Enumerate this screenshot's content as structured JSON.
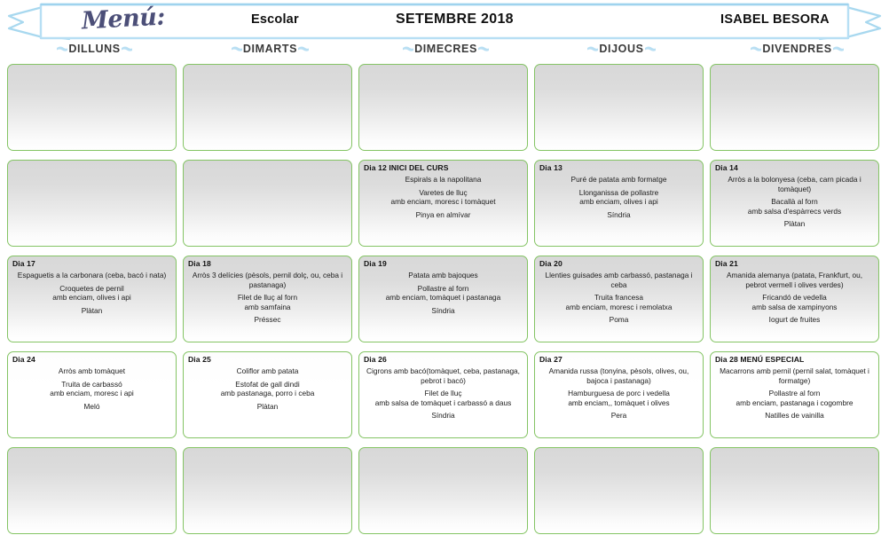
{
  "header": {
    "logo": "Menú:",
    "subtitle": "Escolar",
    "month": "SETEMBRE 2018",
    "school": "ISABEL BESORA",
    "ribbon_color": "#b3dcf0",
    "logo_color": "#4c4f78"
  },
  "day_names": [
    "DILLUNS",
    "DIMARTS",
    "DIMECRES",
    "DIJOUS",
    "DIVENDRES"
  ],
  "colors": {
    "cell_border": "#84c464",
    "ribbon": "#b3dcf0",
    "text": "#1c1c1c"
  },
  "weeks": [
    {
      "days": [
        {
          "label": "",
          "dishes": [],
          "empty": true
        },
        {
          "label": "",
          "dishes": [],
          "empty": true
        },
        {
          "label": "",
          "dishes": [],
          "empty": true
        },
        {
          "label": "",
          "dishes": [],
          "empty": true
        },
        {
          "label": "",
          "dishes": [],
          "empty": true
        }
      ]
    },
    {
      "days": [
        {
          "label": "",
          "dishes": [],
          "empty": true
        },
        {
          "label": "",
          "dishes": [],
          "empty": true
        },
        {
          "label": "Dia 12 INICI DEL CURS",
          "dishes": [
            [
              "Espirals a la napolitana"
            ],
            [
              "Varetes de lluç",
              "amb enciam, moresc i tomàquet"
            ],
            [
              "Pinya en almívar"
            ]
          ],
          "empty": false
        },
        {
          "label": "Dia 13",
          "dishes": [
            [
              "Puré de patata amb formatge"
            ],
            [
              "Llonganissa de pollastre",
              "amb enciam, olives i api"
            ],
            [
              "Síndria"
            ]
          ],
          "empty": false
        },
        {
          "label": "Dia 14",
          "dishes": [
            [
              "Arròs a la bolonyesa (ceba, carn picada i tomàquet)"
            ],
            [
              "Bacallà al forn",
              "amb salsa d'espàrrecs verds"
            ],
            [
              "Plàtan"
            ]
          ],
          "empty": false
        }
      ]
    },
    {
      "days": [
        {
          "label": "Dia 17",
          "dishes": [
            [
              "Espaguetis a la carbonara (ceba, bacó i nata)"
            ],
            [
              "Croquetes de pernil",
              "amb enciam, olives i api"
            ],
            [
              "Plàtan"
            ]
          ],
          "empty": false
        },
        {
          "label": "Dia 18",
          "dishes": [
            [
              "Arròs 3 delícies (pèsols, pernil dolç, ou, ceba i pastanaga)"
            ],
            [
              "Filet de lluç al forn",
              "amb samfaina"
            ],
            [
              "Préssec"
            ]
          ],
          "empty": false
        },
        {
          "label": "Dia 19",
          "dishes": [
            [
              "Patata amb bajoques"
            ],
            [
              "Pollastre al forn",
              "amb enciam, tomàquet i pastanaga"
            ],
            [
              "Síndria"
            ]
          ],
          "empty": false
        },
        {
          "label": "Dia 20",
          "dishes": [
            [
              "Llenties guisades amb carbassó, pastanaga i ceba"
            ],
            [
              "Truita francesa",
              "amb enciam, moresc i remolatxa"
            ],
            [
              "Poma"
            ]
          ],
          "empty": false
        },
        {
          "label": "Dia 21",
          "dishes": [
            [
              "Amanida alemanya (patata, Frankfurt, ou, pebrot vermell i olives verdes)"
            ],
            [
              "Fricandó de vedella",
              "amb salsa de xampinyons"
            ],
            [
              "Iogurt de fruites"
            ]
          ],
          "empty": false
        }
      ]
    },
    {
      "days": [
        {
          "label": "Dia 24",
          "dishes": [
            [
              "Arròs amb tomàquet"
            ],
            [
              "Truita de carbassó",
              "amb enciam, moresc i api"
            ],
            [
              "Meló"
            ]
          ],
          "empty": false
        },
        {
          "label": "Dia 25",
          "dishes": [
            [
              "Coliflor amb patata"
            ],
            [
              "Estofat de gall dindi",
              "amb pastanaga, porro i ceba"
            ],
            [
              "Plàtan"
            ]
          ],
          "empty": false
        },
        {
          "label": "Dia 26",
          "dishes": [
            [
              "Cigrons amb bacó(tomàquet, ceba, pastanaga, pebrot i bacó)"
            ],
            [
              "Filet de lluç",
              "amb salsa de tomàquet i carbassó a daus"
            ],
            [
              "Síndria"
            ]
          ],
          "empty": false
        },
        {
          "label": "Dia 27",
          "dishes": [
            [
              "Amanida russa (tonyina, pèsols, olives, ou, bajoca i pastanaga)"
            ],
            [
              "Hamburguesa de porc i vedella",
              "amb enciam,, tomàquet i olives"
            ],
            [
              "Pera"
            ]
          ],
          "empty": false
        },
        {
          "label": "Dia 28 MENÚ ESPECIAL",
          "dishes": [
            [
              "Macarrons amb pernil (pernil salat, tomàquet i formatge)"
            ],
            [
              "Pollastre al forn",
              "amb enciam, pastanaga i cogombre"
            ],
            [
              "Natilles de vainilla"
            ]
          ],
          "empty": false
        }
      ]
    },
    {
      "days": [
        {
          "label": "",
          "dishes": [],
          "empty": true
        },
        {
          "label": "",
          "dishes": [],
          "empty": true
        },
        {
          "label": "",
          "dishes": [],
          "empty": true
        },
        {
          "label": "",
          "dishes": [],
          "empty": true
        },
        {
          "label": "",
          "dishes": [],
          "empty": true
        }
      ]
    }
  ]
}
